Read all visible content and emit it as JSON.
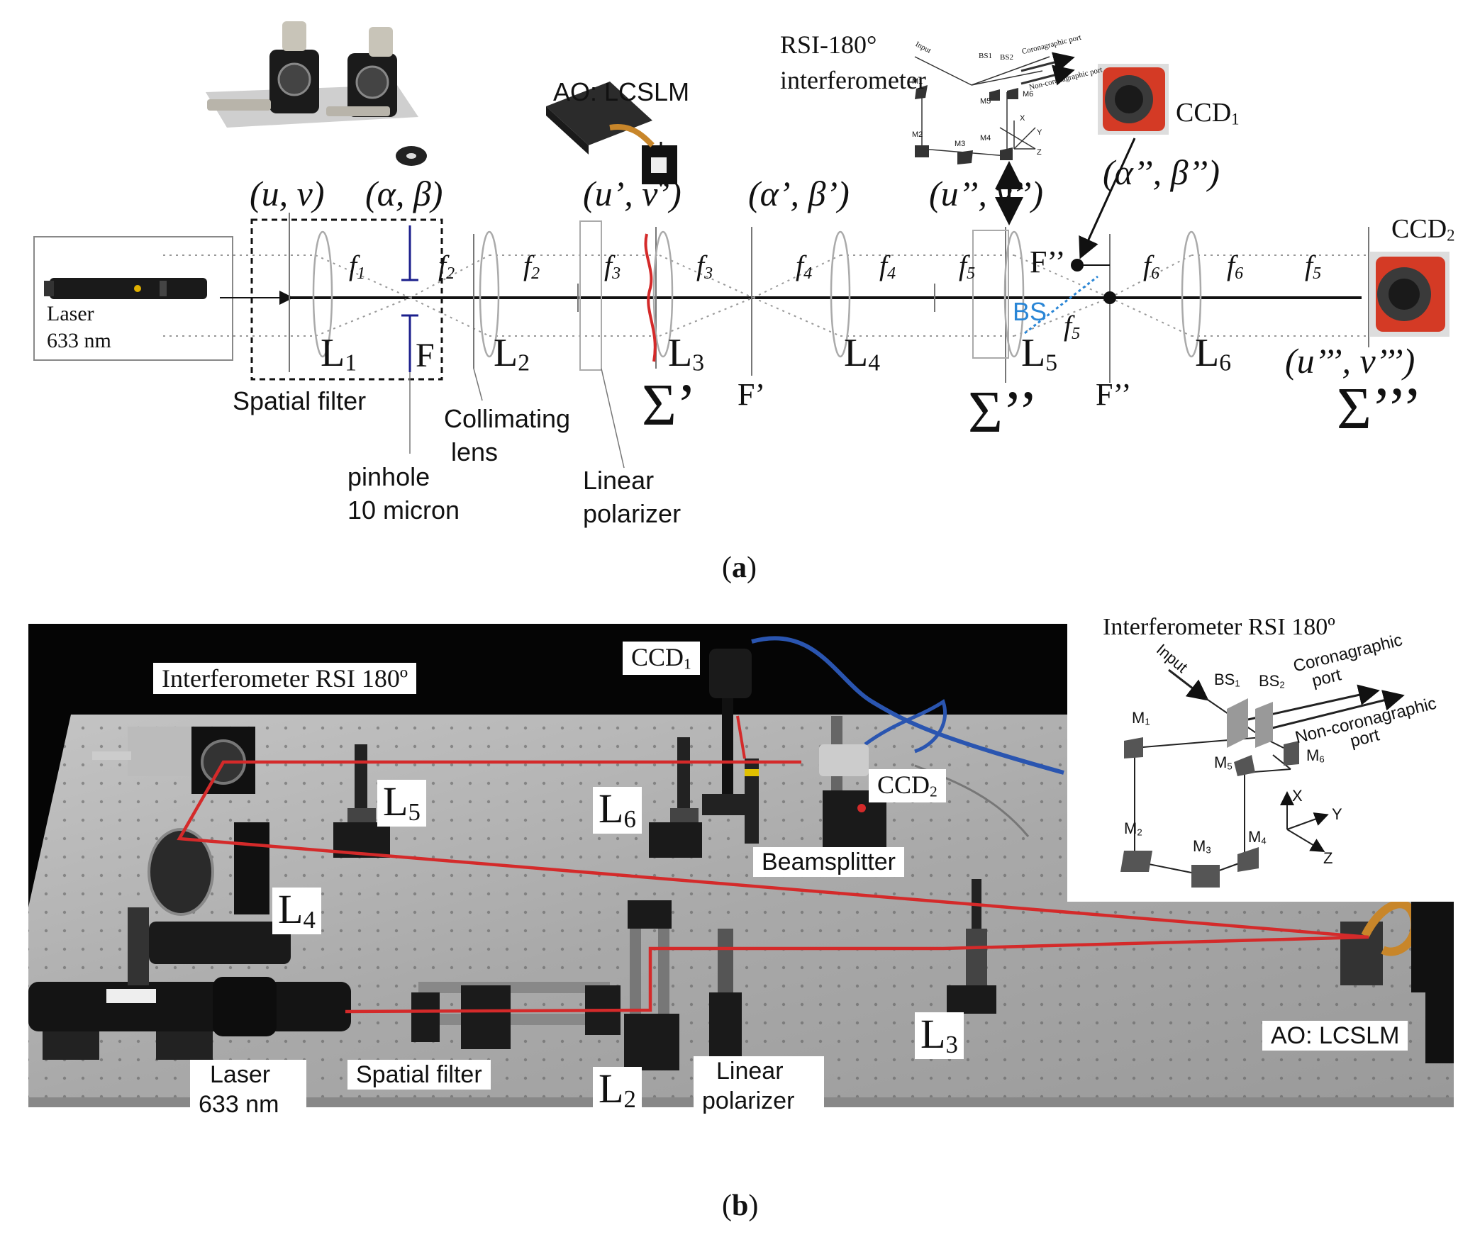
{
  "colors": {
    "beam": "#d42a2a",
    "pinhole": "#1b1f8c",
    "bs": "#2a86d6",
    "table": "#a8a8a8",
    "table_bg": "#050505",
    "ccd_red": "#d43a25"
  },
  "panel_a": {
    "caption": "a",
    "laser": {
      "name": "Laser",
      "wavelength": "633 nm"
    },
    "plane_labels": {
      "uv": "(u, v)",
      "ab": "(α, β)",
      "u1v1": "(u’, v’)",
      "a1b1": "(α’, β’)",
      "u2v2": "(u’’, v’’)",
      "a2b2": "(α’’, β’’)",
      "u3v3": "(u’’’, v’’’)"
    },
    "lenses": {
      "L1": "L",
      "L1s": "1",
      "L2": "L",
      "L2s": "2",
      "L3": "L",
      "L3s": "3",
      "L4": "L",
      "L4s": "4",
      "L5": "L",
      "L5s": "5",
      "L6": "L",
      "L6s": "6"
    },
    "focals": {
      "f": "f",
      "s1": "1",
      "s2": "2",
      "s3": "3",
      "s4": "4",
      "s5": "5",
      "s6": "6"
    },
    "planes": {
      "sigma1": "Σ’",
      "sigma2": "Σ’’",
      "sigma3": "Σ’’’"
    },
    "foci": {
      "F": "F",
      "F1": "F’",
      "F2": "F’’",
      "F2b": "F’’"
    },
    "bs": "BS",
    "callouts": {
      "spatial_filter": "Spatial filter",
      "collimating1": "Collimating",
      "collimating2": "lens",
      "pinhole1": "pinhole",
      "pinhole2": "10 micron",
      "polarizer1": "Linear",
      "polarizer2": "polarizer"
    },
    "ao": "AO: LCSLM",
    "rsi": {
      "line1": "RSI-180°",
      "line2": "interferometer"
    },
    "ccd1": {
      "name": "CCD",
      "sub": "1"
    },
    "ccd2": {
      "name": "CCD",
      "sub": "2"
    },
    "mini_rsi": {
      "input": "Input",
      "bs1": "BS1",
      "bs2": "BS2",
      "coro": "Coronagraphic port",
      "noncoro": "Non-coronagraphic port",
      "m1": "M1",
      "m2": "M2",
      "m3": "M3",
      "m4": "M4",
      "m5": "M5",
      "m6": "M6",
      "x": "X",
      "y": "Y",
      "z": "Z"
    }
  },
  "panel_b": {
    "caption": "b",
    "labels": {
      "interferometer": "Interferometer RSI 180º",
      "ccd1": "CCD",
      "ccd1s": "1",
      "ccd2": "CCD",
      "ccd2s": "2",
      "beamsplitter": "Beamsplitter",
      "L5": "L",
      "L5s": "5",
      "L6": "L",
      "L6s": "6",
      "L4": "L",
      "L4s": "4",
      "L3": "L",
      "L3s": "3",
      "L2": "L",
      "L2s": "2",
      "laser1": "Laser",
      "laser2": "633 nm",
      "spatial_filter": "Spatial filter",
      "polarizer1": "Linear",
      "polarizer2": "polarizer",
      "ao": "AO: LCSLM"
    },
    "inset": {
      "title": "Interferometer RSI 180º",
      "input": "Input",
      "bs1": "BS",
      "bs1s": "1",
      "bs2": "BS",
      "bs2s": "2",
      "coro1": "Coronagraphic",
      "coro2": "port",
      "noncoro1": "Non-coronagraphic",
      "noncoro2": "port",
      "m1": "M",
      "m1s": "1",
      "m2": "M",
      "m2s": "2",
      "m3": "M",
      "m3s": "3",
      "m4": "M",
      "m4s": "4",
      "m5": "M",
      "m5s": "5",
      "m6": "M",
      "m6s": "6",
      "x": "X",
      "y": "Y",
      "z": "Z"
    }
  }
}
